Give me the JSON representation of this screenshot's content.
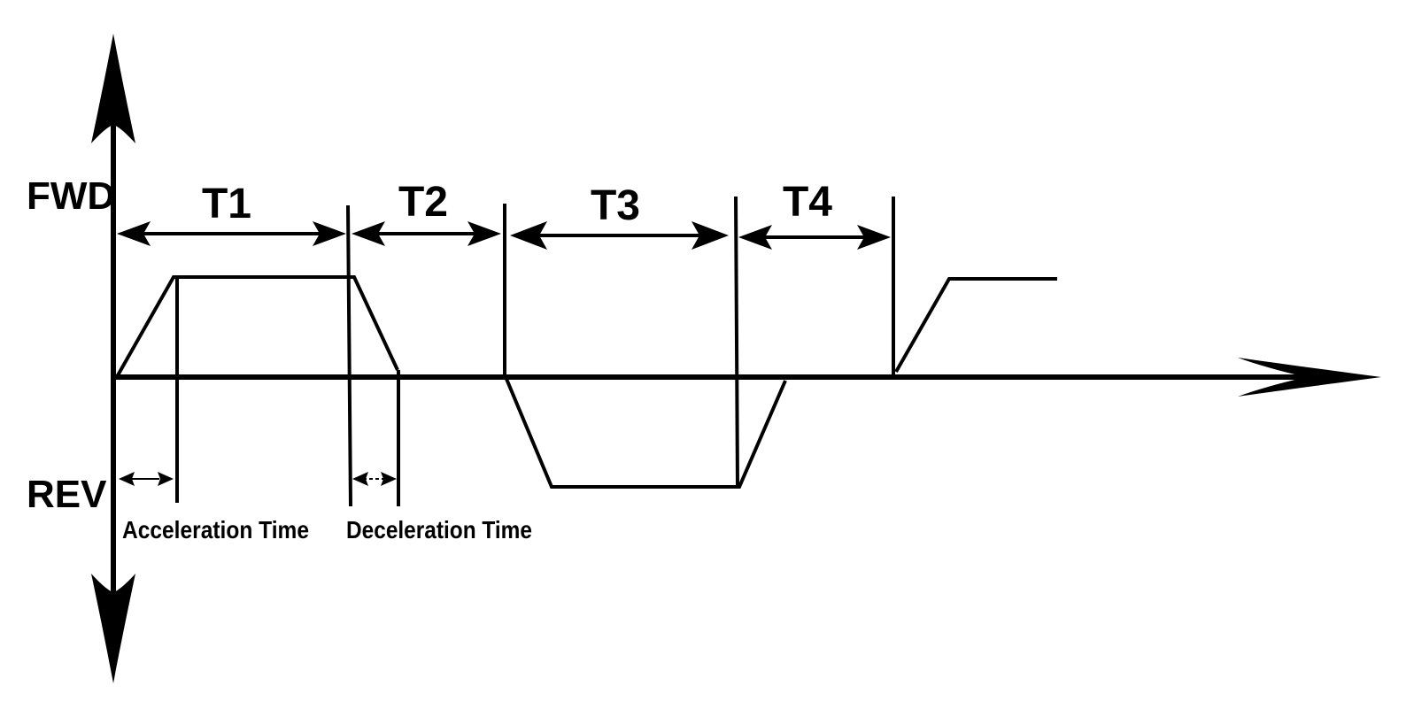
{
  "axis_labels": {
    "forward": "FWD",
    "reverse": "REV"
  },
  "intervals": [
    "T1",
    "T2",
    "T3",
    "T4"
  ],
  "annotations": {
    "acceleration": "Acceleration Time",
    "deceleration": "Deceleration Time"
  },
  "colors": {
    "ink": "#000000",
    "background": "#ffffff"
  }
}
